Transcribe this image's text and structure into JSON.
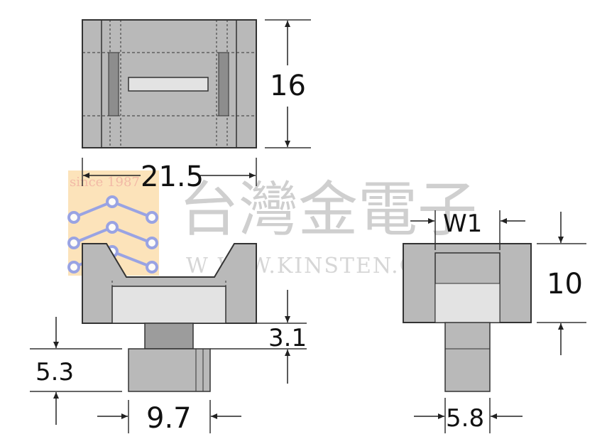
{
  "dimensions": {
    "top_height": "16",
    "top_width": "21.5",
    "side_slot_height": "3.1",
    "flange_height": "5.3",
    "flange_width": "9.7",
    "end_slot_width": "W1",
    "end_height": "10",
    "end_stem_width": "5.8"
  },
  "watermark": {
    "since": "since 1987",
    "chinese": "台灣金電子",
    "url": "W W W.KINSTEN.COM.TW"
  },
  "colors": {
    "body": "#b9b9b9",
    "body_dark": "#9c9c9c",
    "slot": "#e3e3e3",
    "stroke": "#333333",
    "wm_gray": "#cfcfcf",
    "wm_orange": "#fbd9a3",
    "wm_blue": "#8f9de8"
  }
}
